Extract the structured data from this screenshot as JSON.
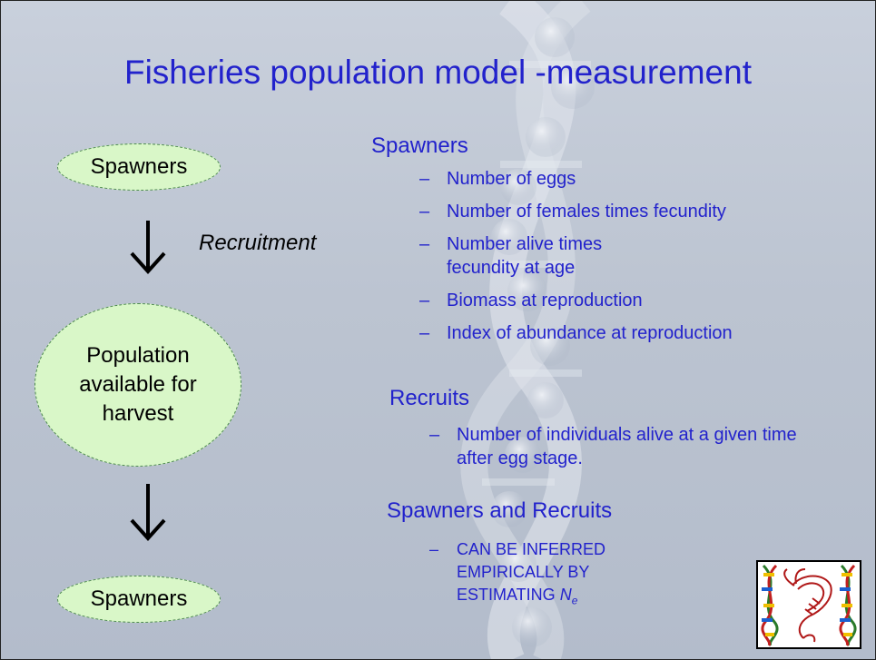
{
  "title": "Fisheries population model -measurement",
  "flow": {
    "top_node": "Spawners",
    "arrow_label": "Recruitment",
    "middle_node": [
      "Population",
      "available for",
      "harvest"
    ],
    "bottom_node": "Spawners"
  },
  "sections": [
    {
      "heading": "Spawners",
      "bullets": [
        "Number of eggs",
        "Number of females times fecundity",
        "Number alive times fecundity at age",
        "Biomass at reproduction",
        "Index of abundance at reproduction"
      ]
    },
    {
      "heading": "Recruits",
      "bullets": [
        "Number of individuals alive at a given time after egg stage."
      ]
    },
    {
      "heading": "Spawners and Recruits",
      "bullets": [
        "CAN BE INFERRED EMPIRICALLY BY ESTIMATING"
      ],
      "math_symbol": "N",
      "math_subscript": "e"
    }
  ],
  "colors": {
    "title": "#2222cc",
    "body_text": "#2222cc",
    "node_fill": "#d9f7c8",
    "background": "#bcc4d1"
  },
  "icons": {
    "logo": "dna-shrimp-logo",
    "background": "dna-helix-watermark"
  }
}
